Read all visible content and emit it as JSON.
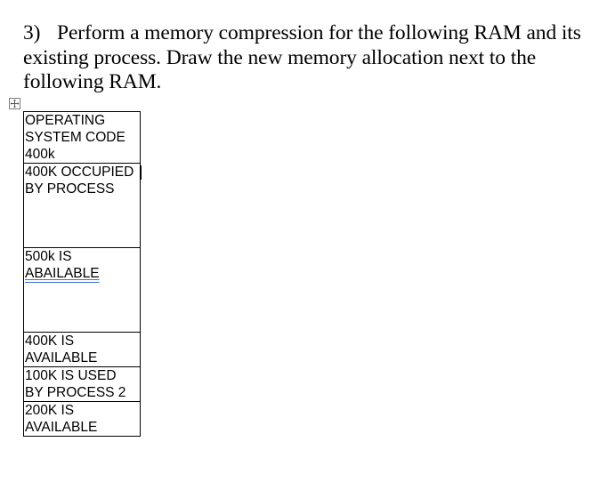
{
  "question": {
    "number": "3)",
    "text": "Perform a memory compression for the following RAM and its existing process. Draw the new memory allocation next to the following RAM."
  },
  "ram_table": {
    "rows": [
      {
        "text": "OPERATING\nSYSTEM CODE\n400k"
      },
      {
        "text": "400K OCCUPIED\nBY PROCESS"
      },
      {
        "text_line1": "500k IS",
        "text_line2": "ABAILABLE"
      },
      {
        "text": "400K IS\nAVAILABLE"
      },
      {
        "text": "100K IS USED\nBY PROCESS 2"
      },
      {
        "text": "200K IS\nAVAILABLE"
      }
    ]
  }
}
